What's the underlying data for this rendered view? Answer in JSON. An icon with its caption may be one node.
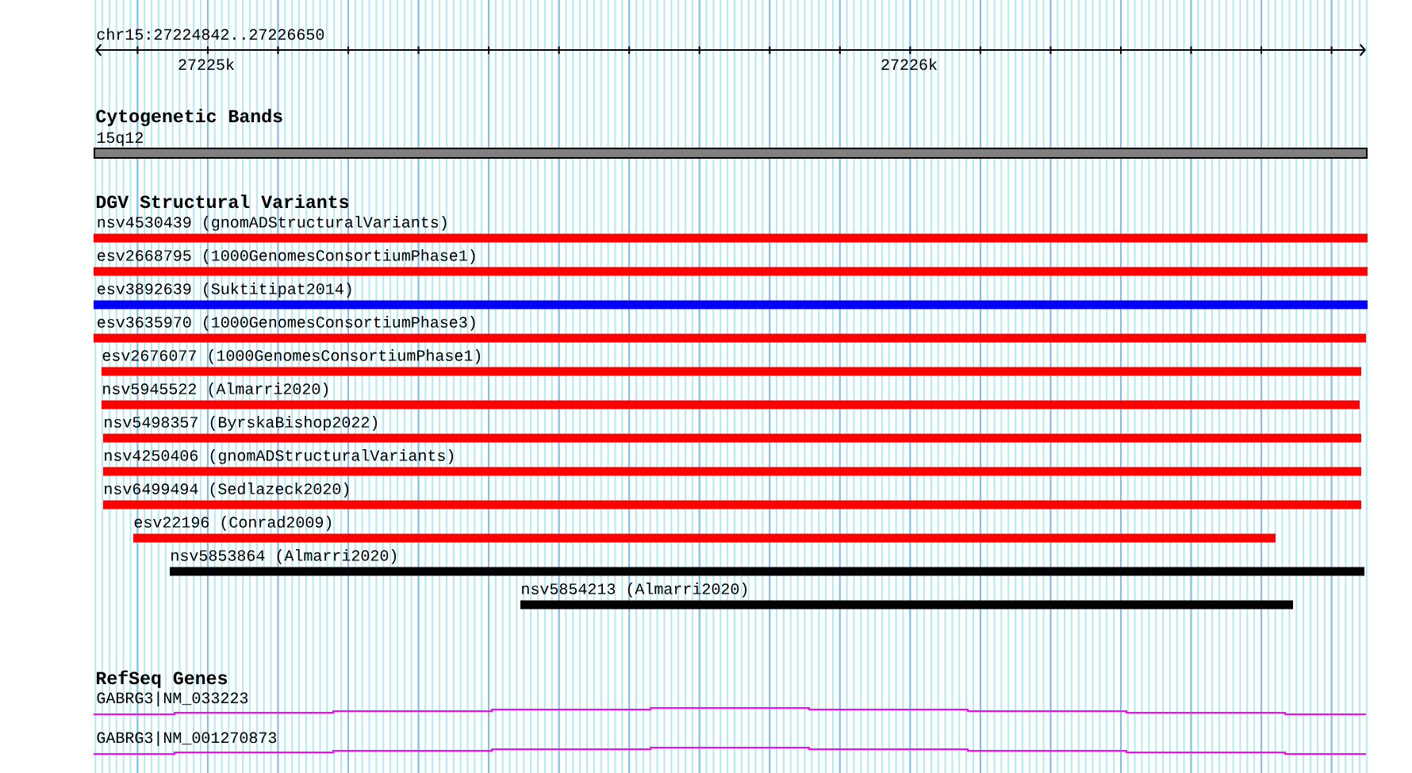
{
  "diagram": {
    "nodes": [
      {
        "text": [
          "15q12"
        ]
      },
      {
        "text": [
          "nsv4530439 (gnomADStructuralVariants)"
        ]
      },
      {
        "text": [
          "esv2668795 (1000GenomesConsortiumPhase1)"
        ]
      },
      {
        "text": [
          "esv3892639 (Suktitipat2014)"
        ]
      },
      {
        "text": [
          "esv3635970 (1000GenomesConsortiumPhase3)"
        ]
      },
      {
        "text": [
          "esv2676077 (1000GenomesConsortiumPhase1)"
        ]
      },
      {
        "text": [
          "nsv5945522 (Almarri2020)"
        ]
      },
      {
        "text": [
          "nsv5498357 (ByrskaBishop2022)"
        ]
      },
      {
        "text": [
          "nsv4250406 (gnomADStructuralVariants)"
        ]
      },
      {
        "text": [
          "nsv6499494 (Sedlazeck2020)"
        ]
      },
      {
        "text": [
          "esv22196 (Conrad2009)"
        ]
      },
      {
        "text": [
          "nsv5853864 (Almarri2020)"
        ]
      },
      {
        "text": [
          "nsv5854213 (Almarri2020)"
        ]
      },
      {
        "text": [
          "GABRG3|NM_033223"
        ]
      },
      {
        "text": [
          "GABRG3|NM_001270873"
        ]
      }
    ],
    "labels": [
      "chr15:27224842..27226650",
      "27225k",
      "27226k",
      "Cytogenetic Bands",
      "DGV Structural Variants",
      "RefSeq Genes"
    ]
  }
}
